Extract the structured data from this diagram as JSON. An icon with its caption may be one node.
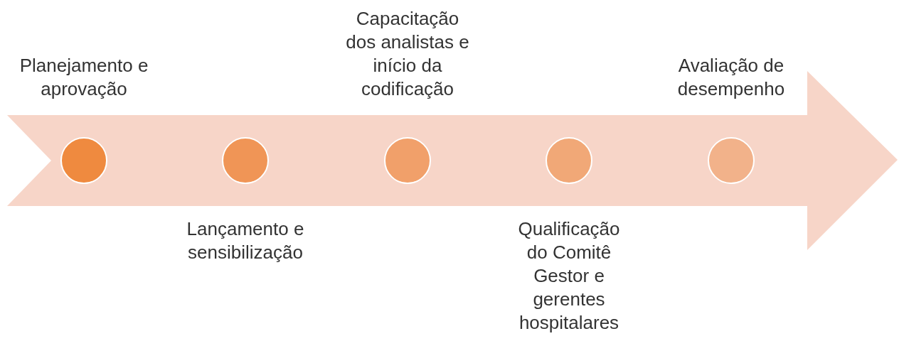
{
  "diagram": {
    "nodes": [
      {
        "text": [],
        "shape": "circle",
        "beside": [
          "Planejamento e aprovação"
        ]
      },
      {
        "text": [],
        "shape": "circle",
        "beside": [
          "Lançamento e sensibilização"
        ]
      },
      {
        "text": [],
        "shape": "circle",
        "beside": [
          "Capacitação dos analistas e início da codificação"
        ]
      },
      {
        "text": [],
        "shape": "circle",
        "beside": [
          "Qualificação do Comitê Gestor e gerentes hospitalares"
        ]
      },
      {
        "text": [],
        "shape": "circle",
        "beside": [
          "Avaliação de desempenho"
        ]
      }
    ],
    "edges": []
  }
}
